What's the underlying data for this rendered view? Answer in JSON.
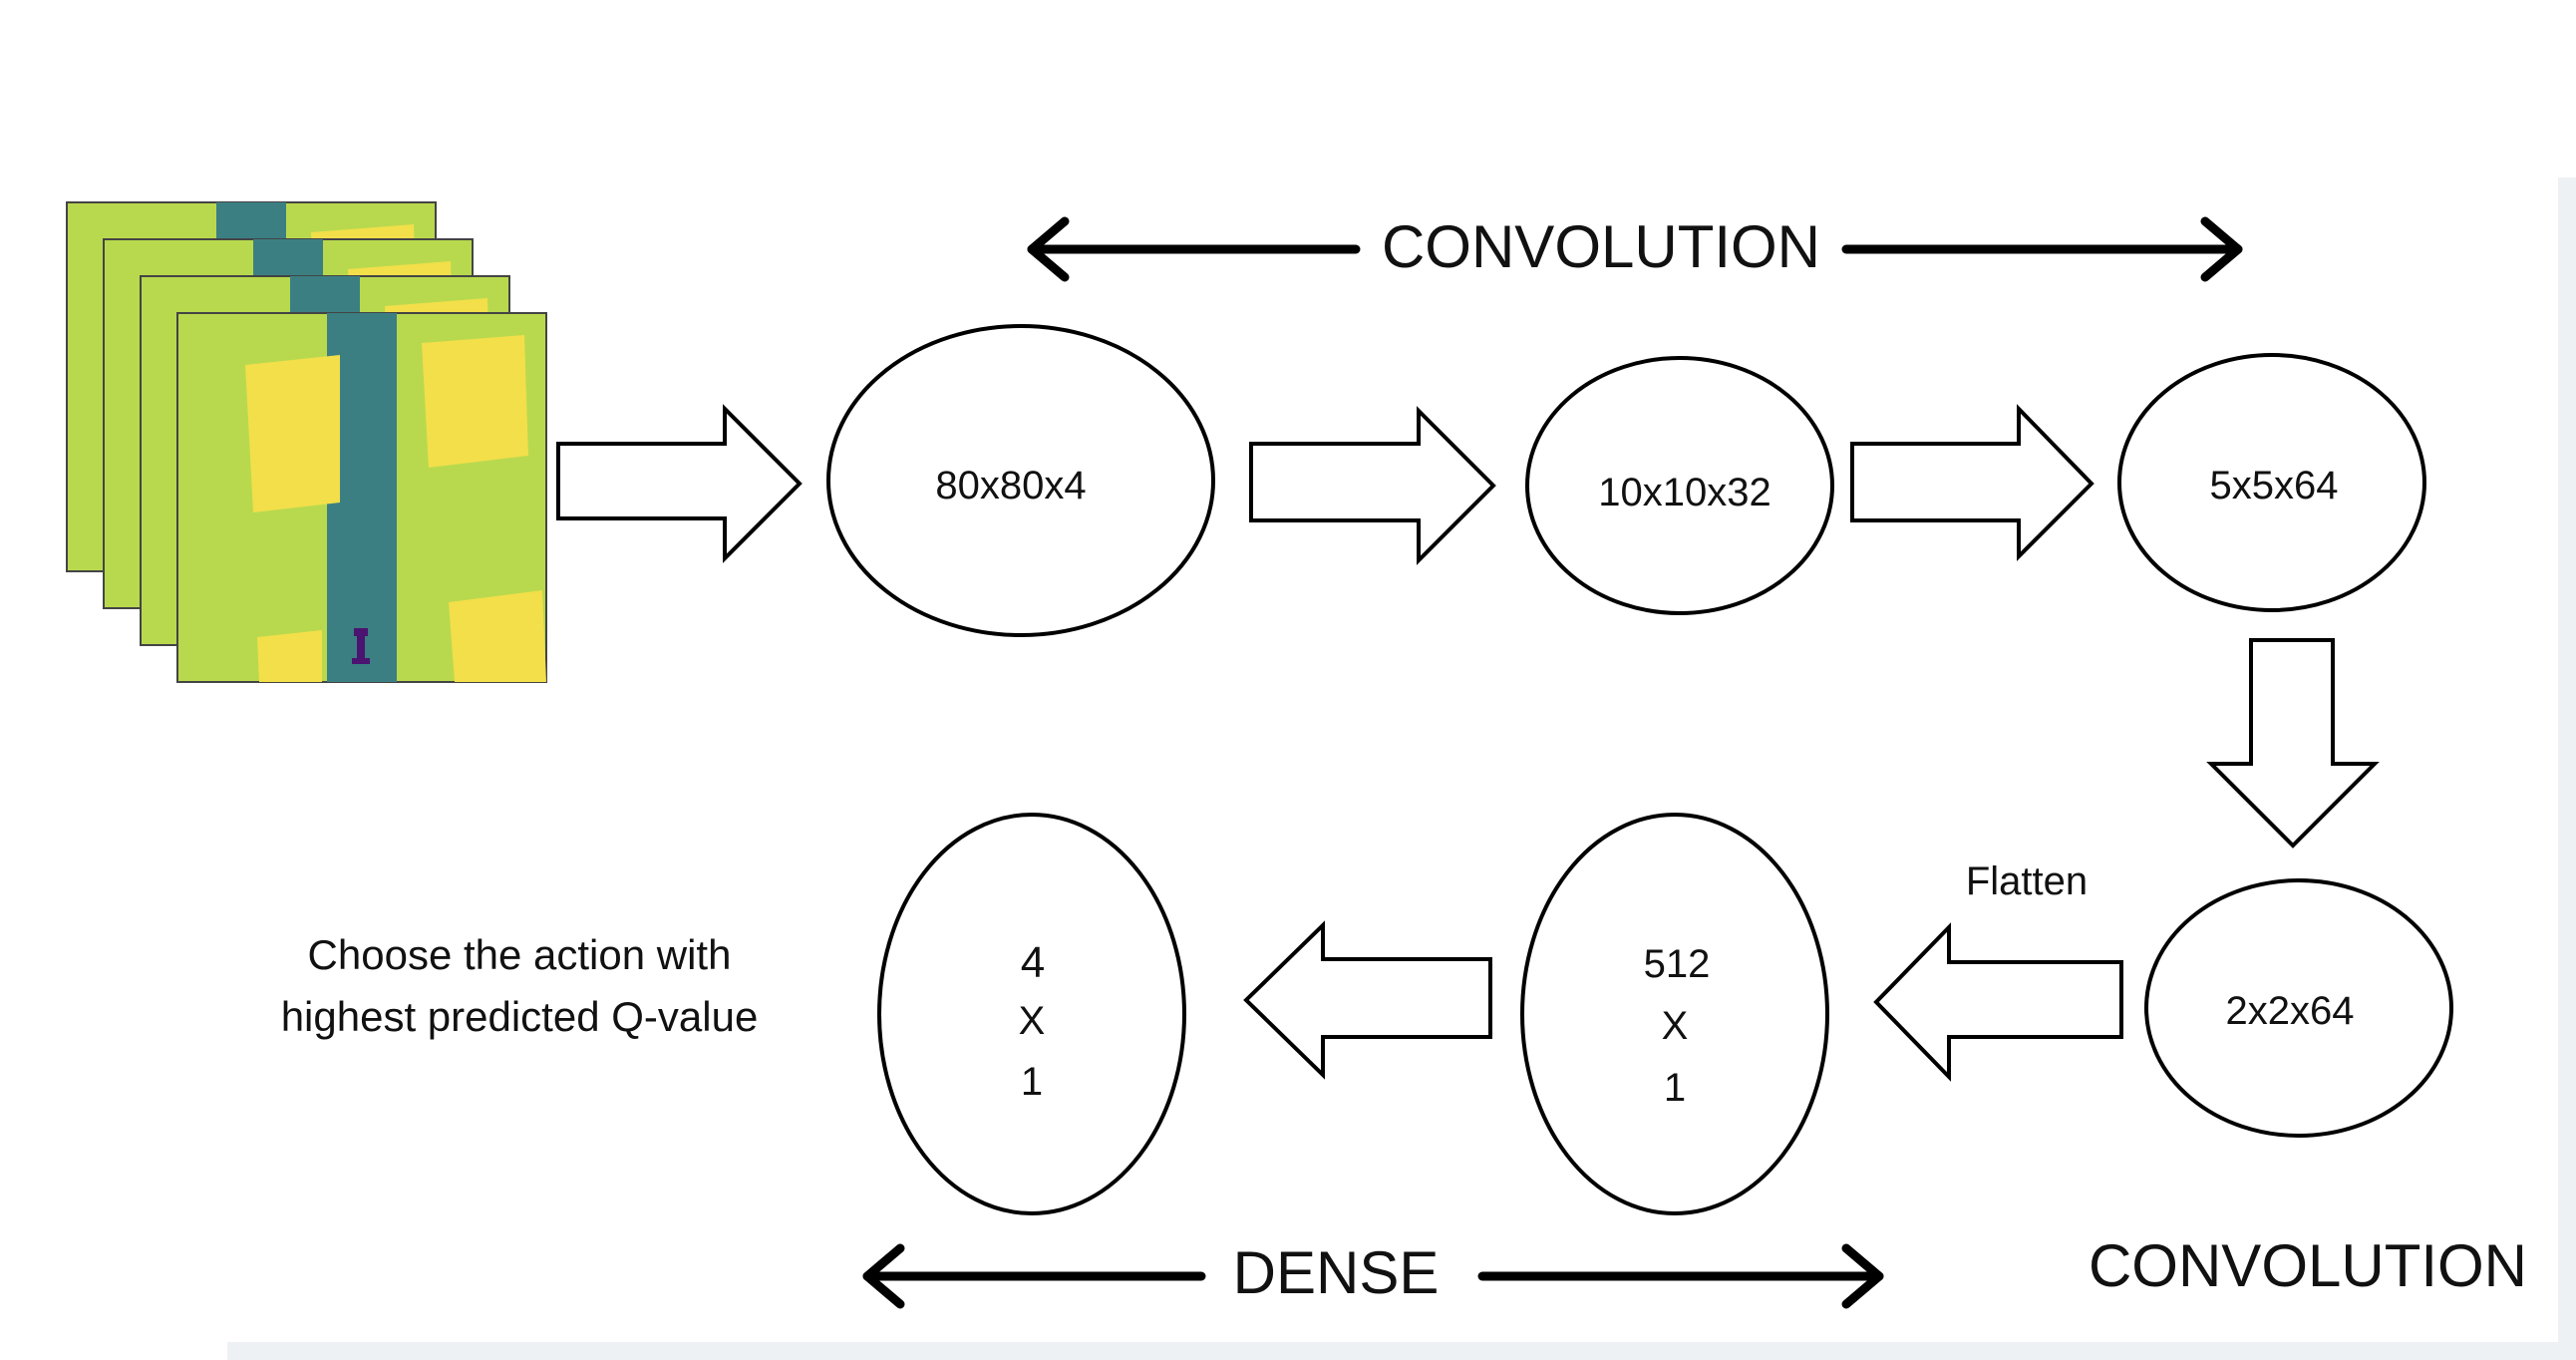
{
  "input": {
    "frame_count": 4,
    "colors": {
      "background": "#b8d94e",
      "road": "#3b7f83",
      "block": "#f2df4a",
      "agent": "#4a1470"
    }
  },
  "nodes": {
    "input_layer": "80x80x4",
    "conv1": "10x10x32",
    "conv2": "5x5x64",
    "conv3": "2x2x64",
    "dense1": {
      "line1": "512",
      "line2": "X",
      "line3": "1"
    },
    "output": {
      "line1": "4",
      "line2": "X",
      "line3": "1"
    }
  },
  "labels": {
    "convolution_top": "CONVOLUTION",
    "convolution_bottom": "CONVOLUTION",
    "dense": "DENSE",
    "flatten": "Flatten",
    "action_line1": "Choose the action with",
    "action_line2": "highest predicted Q-value"
  }
}
